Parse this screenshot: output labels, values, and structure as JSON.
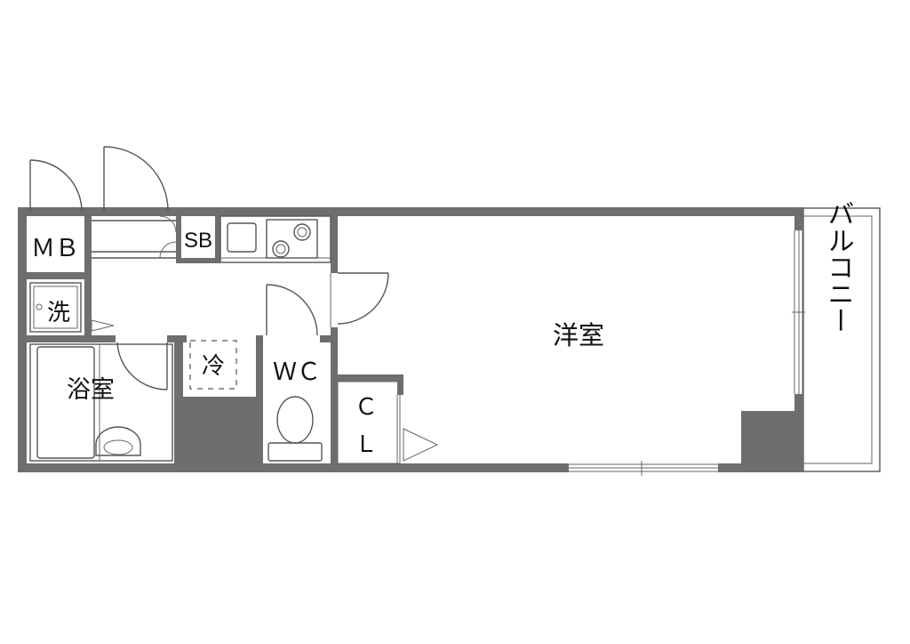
{
  "labels": {
    "mb": "ＭＢ",
    "washer": "洗",
    "sb": "SB",
    "bath": "浴室",
    "fridge": "冷",
    "wc": "ＷＣ",
    "closet_c": "Ｃ",
    "closet_l": "Ｌ",
    "western_room": "洋室",
    "balcony": "バルコニー"
  },
  "colors": {
    "wall": "#6e6e6e",
    "line": "#555555",
    "text": "#111111",
    "background": "#ffffff"
  }
}
